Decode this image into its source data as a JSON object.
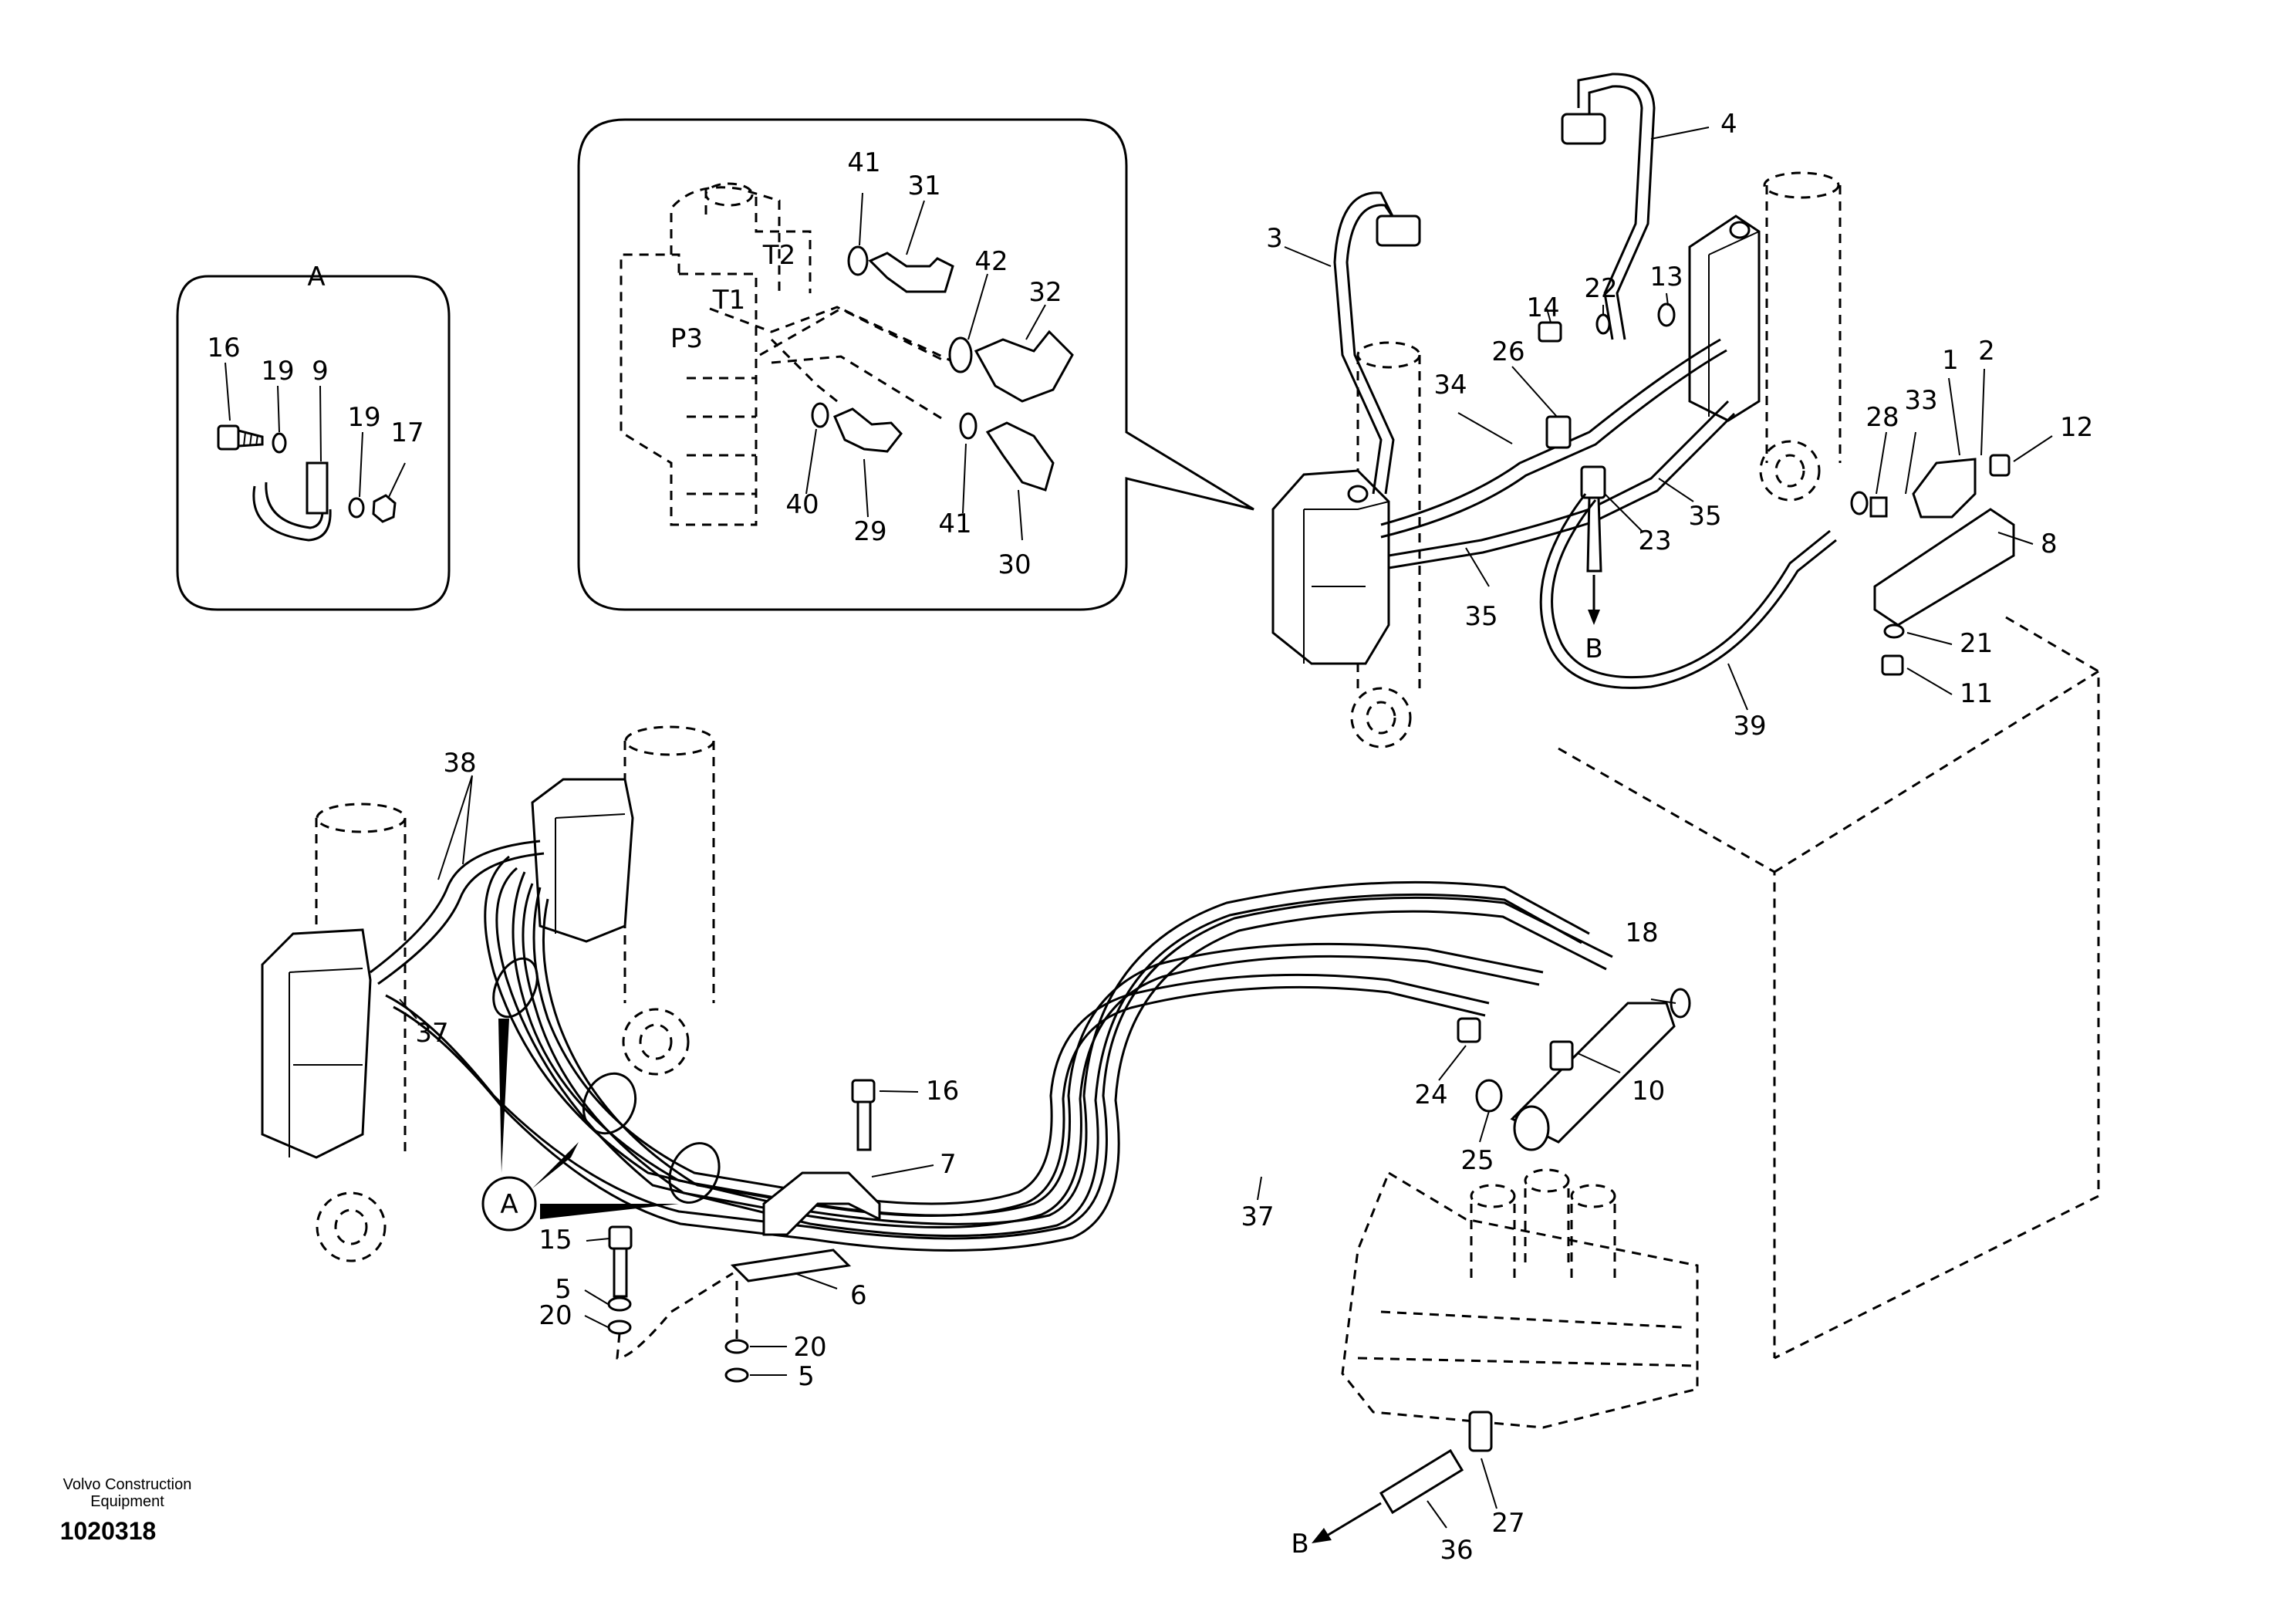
{
  "detail_A": {
    "title": "A",
    "labels": [
      "16",
      "19",
      "9",
      "19",
      "17"
    ]
  },
  "detail_valve": {
    "port_labels": [
      "T2",
      "T1",
      "P3"
    ],
    "labels": [
      "41",
      "31",
      "42",
      "32",
      "40",
      "29",
      "41",
      "30"
    ]
  },
  "upper_assembly": {
    "labels": [
      "4",
      "3",
      "13",
      "22",
      "14",
      "26",
      "34",
      "1",
      "2",
      "12",
      "28",
      "33",
      "23",
      "35",
      "35",
      "8",
      "21",
      "11",
      "39"
    ],
    "arrow_label": "B"
  },
  "lower_assembly": {
    "labels": [
      "38",
      "37",
      "16",
      "7",
      "15",
      "5",
      "20",
      "6",
      "20",
      "5",
      "37",
      "18",
      "10",
      "24",
      "25",
      "36",
      "27"
    ],
    "callout_A": "A",
    "arrow_label": "B"
  },
  "footer": {
    "brand_line1": "Volvo Construction",
    "brand_line2": "Equipment",
    "drawing_number": "1020318"
  }
}
